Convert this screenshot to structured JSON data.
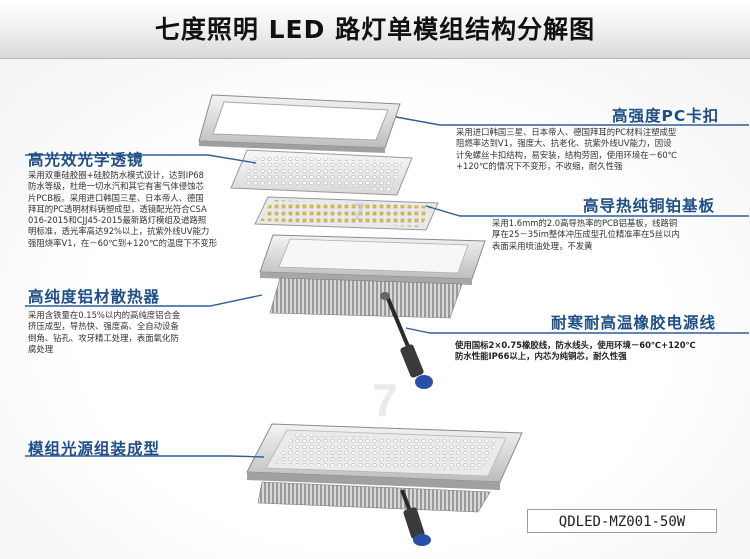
{
  "header": {
    "title": "七度照明 LED 路灯单模组结构分解图"
  },
  "sections": {
    "pc_clip": {
      "heading": "高强度PC卡扣",
      "lines": [
        "采用进口韩国三星、日本帝人、德国拜耳的PC材料注塑成型",
        "阻燃率达到V1，强度大、抗老化、抗紫外线UV能力，因设",
        "计免螺丝卡扣结构，易安装，结构劳固，使用环境在－60℃",
        "+120℃的情况下不变形，不收缩，耐久性强"
      ]
    },
    "optics": {
      "heading": "高光效光学透镜",
      "lines": [
        "采用双重硅胶圈+硅胶防水模式设计，达到IP68",
        "防水等级，杜绝一切水汽和其它有害气体侵蚀芯",
        "片PCB板。采用进口韩国三星、日本帝人、德国",
        "拜耳的PC透明材料铸塑成型，透镜配光符合CSA",
        "016-2015和CJJ45-2015最新路灯模组及道路照",
        "明标准，透光率高达92%以上，抗紫外线UV能力",
        "强阻烧率V1，在－60℃到+120℃的温度下不变形"
      ]
    },
    "pcb": {
      "heading": "高导热纯铜铂基板",
      "lines": [
        "采用1.6mm的2.0高导热率的PCB铝基板，线路铜",
        "厚在25－35im整体冲压成型孔位精准率在5丝以内",
        "表面采用喷油处理，不发黄"
      ]
    },
    "heatsink": {
      "heading": "高纯度铝材散热器",
      "lines": [
        "采用含铁量在0.15%以内的高纯度铝合金",
        "挤压成型，导热快、强度高、全自动设备",
        "倒角、钻孔、攻牙精工处理，表面氧化防",
        "腐处理"
      ]
    },
    "cable": {
      "heading": "耐寒耐高温橡胶电源线",
      "lines": [
        "使用国标2×0.75橡胶线，防水线头，使用环境－60℃+120℃",
        "防水性能IP66以上，内芯为纯铜芯，耐久性强"
      ]
    },
    "assembly": {
      "heading": "模组光源组装成型"
    }
  },
  "watermark": {
    "logo_text": "7"
  },
  "model": {
    "code": "QDLED-MZ001-50W"
  },
  "colors": {
    "heading": "#1e4e86",
    "line": "#2f5f9a",
    "cable_connector": "#2a4fa8"
  }
}
